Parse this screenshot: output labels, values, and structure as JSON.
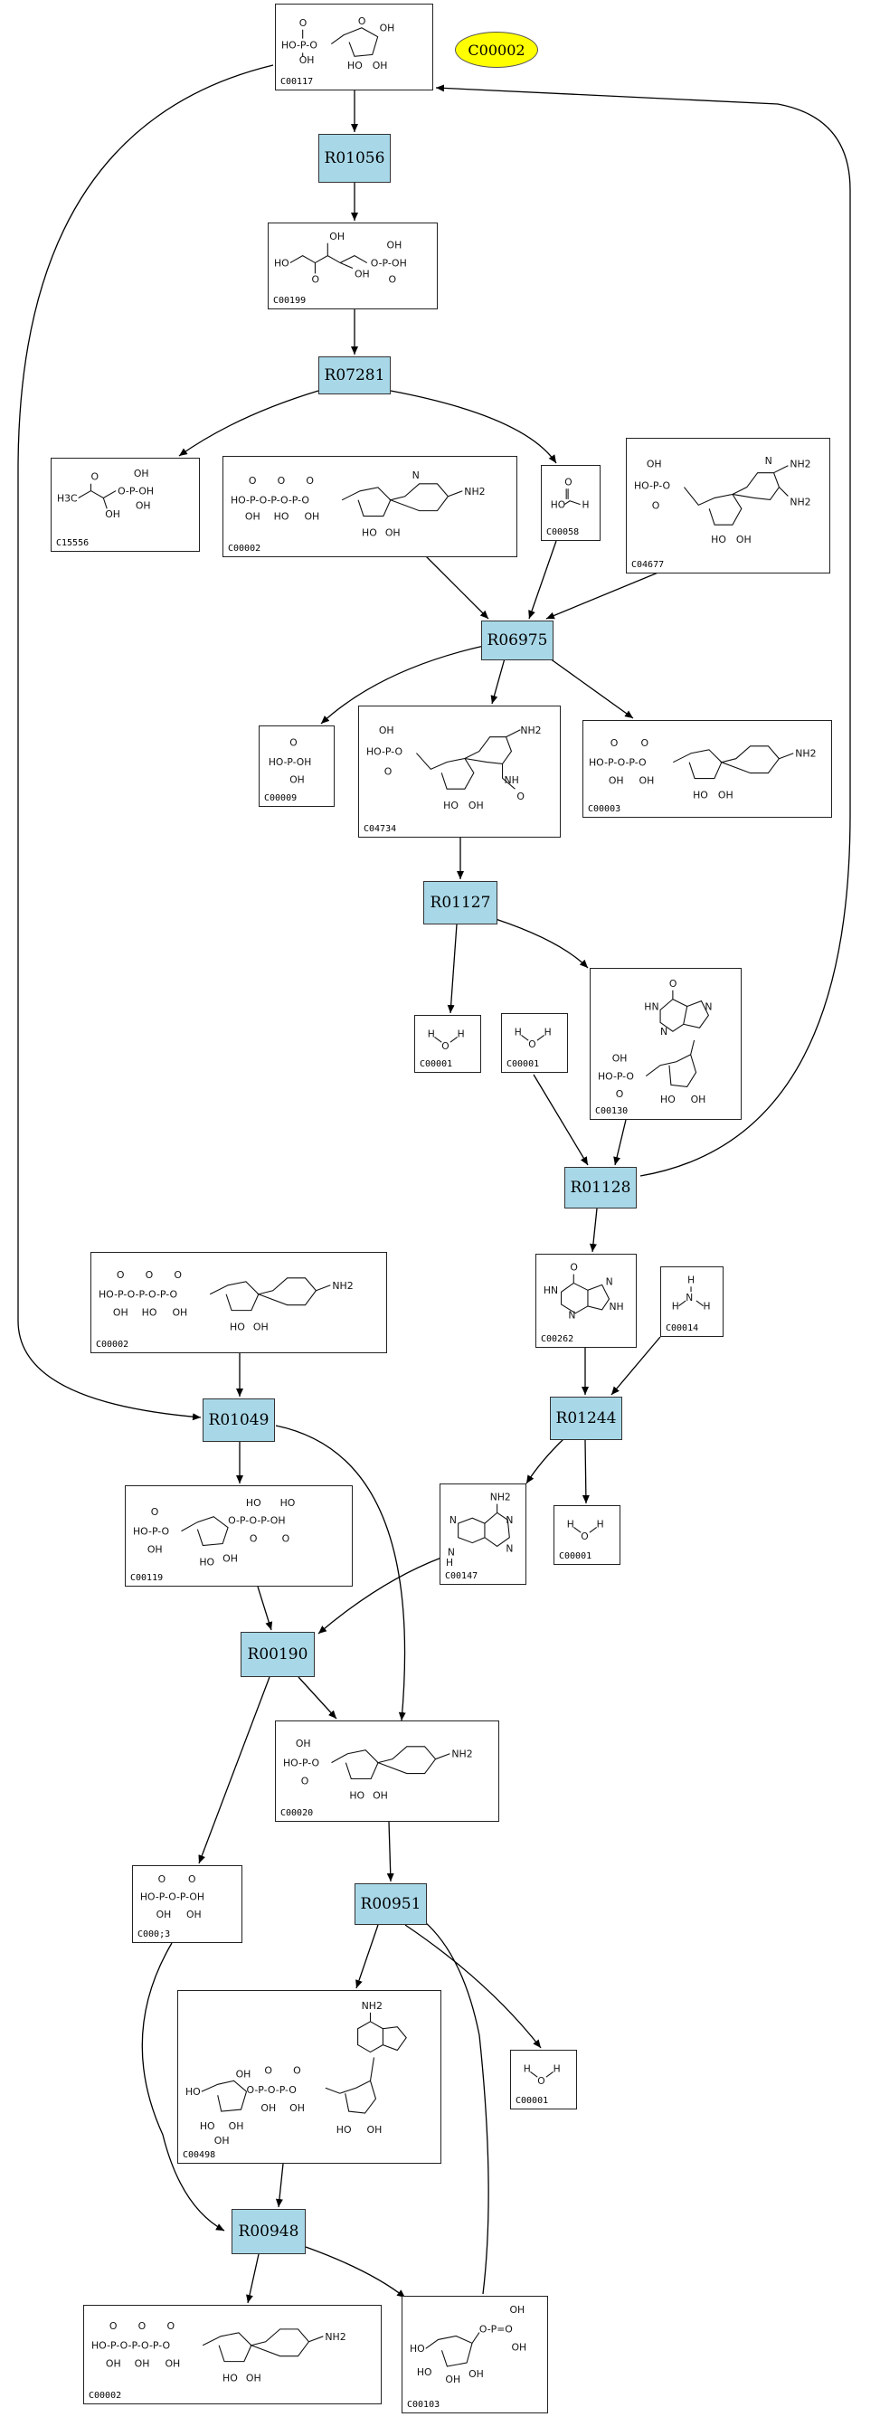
{
  "legend_node": "C00002",
  "reactions": {
    "R01056": "R01056",
    "R07281": "R07281",
    "R06975": "R06975",
    "R01127": "R01127",
    "R01128": "R01128",
    "R01049": "R01049",
    "R01244": "R01244",
    "R00190": "R00190",
    "R00951": "R00951",
    "R00948": "R00948"
  },
  "compounds": {
    "c00117": "C00117",
    "c00199": "C00199",
    "c15556": "C15556",
    "c00002a": "C00002",
    "c00058": "C00058",
    "c04677": "C04677",
    "c00009": "C00009",
    "c04734": "C04734",
    "c00003": "C00003",
    "c00001a": "C00001",
    "c00001b": "C00001",
    "c00130": "C00130",
    "c00002b": "C00002",
    "c00262": "C00262",
    "c00014": "C00014",
    "c00119": "C00119",
    "c00147": "C00147",
    "c00001c": "C00001",
    "c00020": "C00020",
    "c00013": "C000;3",
    "c00498": "C00498",
    "c00001d": "C00001",
    "c00002c": "C00002",
    "c00103": "C00103"
  },
  "colors": {
    "reaction_fill": "#a8d8e8",
    "legend_fill": "#ffff00"
  }
}
